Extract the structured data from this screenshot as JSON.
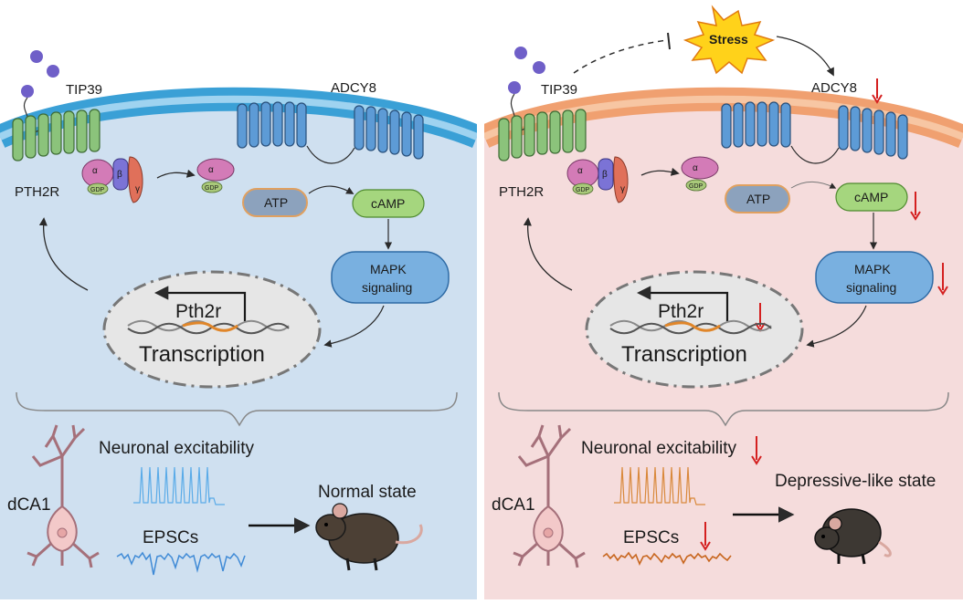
{
  "panels": [
    {
      "id": "control",
      "colors": {
        "background": "#cfe0f0",
        "membrane": "#3aa0d6",
        "membrane_inner": "#9fd3f0",
        "spikes": "#5aabe8",
        "epsc": "#3f8ad6"
      },
      "labels": {
        "tip39": "TIP39",
        "adcy8": "ADCY8",
        "pth2r": "PTH2R",
        "alpha": "α",
        "beta": "β",
        "gamma": "γ",
        "gdp": "GDP",
        "atp": "ATP",
        "camp": "cAMP",
        "mapk_line1": "MAPK",
        "mapk_line2": "signaling",
        "gene": "Pth2r",
        "transcription": "Transcription",
        "region": "dCA1",
        "excitability": "Neuronal excitability",
        "epscs": "EPSCs",
        "state": "Normal state"
      }
    },
    {
      "id": "stress",
      "colors": {
        "background": "#f5dcdc",
        "membrane": "#f0a070",
        "membrane_inner": "#f7c6a3",
        "spikes": "#d9893c",
        "epsc": "#c8661e",
        "down_arrow": "#d42020",
        "stress_burst": "#ffd21a"
      },
      "labels": {
        "stress": "Stress",
        "tip39": "TIP39",
        "adcy8": "ADCY8",
        "pth2r": "PTH2R",
        "alpha": "α",
        "beta": "β",
        "gamma": "γ",
        "gdp": "GDP",
        "atp": "ATP",
        "camp": "cAMP",
        "mapk_line1": "MAPK",
        "mapk_line2": "signaling",
        "gene": "Pth2r",
        "transcription": "Transcription",
        "region": "dCA1",
        "excitability": "Neuronal excitability",
        "epscs": "EPSCs",
        "state": "Depressive-like state"
      }
    }
  ]
}
